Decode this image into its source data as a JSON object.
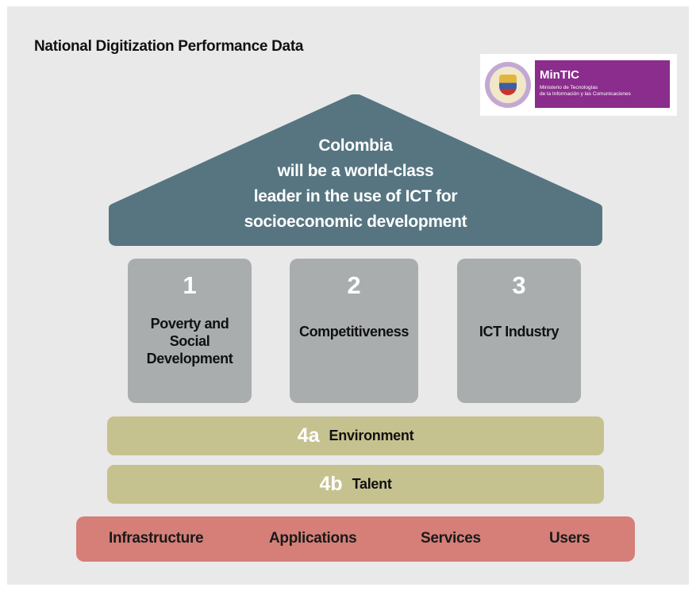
{
  "title": "National Digitization Performance Data",
  "logo": {
    "brand": "MinTIC",
    "subtitle_line1": "Ministerio de Tecnologías",
    "subtitle_line2": "de la Información y las Comunicaciones",
    "seal": "colombia-coat-of-arms-seal",
    "brand_color": "#8b2d8c"
  },
  "roof": {
    "lines": [
      "Colombia",
      "will be a world-class",
      "leader in the use of ICT for",
      "socioeconomic development"
    ],
    "color": "#567581"
  },
  "pillars": [
    {
      "number": "1",
      "lines": [
        "Poverty and",
        "Social",
        "Development"
      ]
    },
    {
      "number": "2",
      "lines": [
        "Competitiveness"
      ]
    },
    {
      "number": "3",
      "lines": [
        "ICT Industry"
      ]
    }
  ],
  "bands": [
    {
      "number": "4a",
      "label": "Environment"
    },
    {
      "number": "4b",
      "label": "Talent"
    }
  ],
  "base": {
    "items": [
      "Infrastructure",
      "Applications",
      "Services",
      "Users"
    ],
    "color": "#d57f78"
  },
  "colors": {
    "background": "#e9e9e9",
    "pillar": "#a9adad",
    "band": "#c6c28f"
  }
}
